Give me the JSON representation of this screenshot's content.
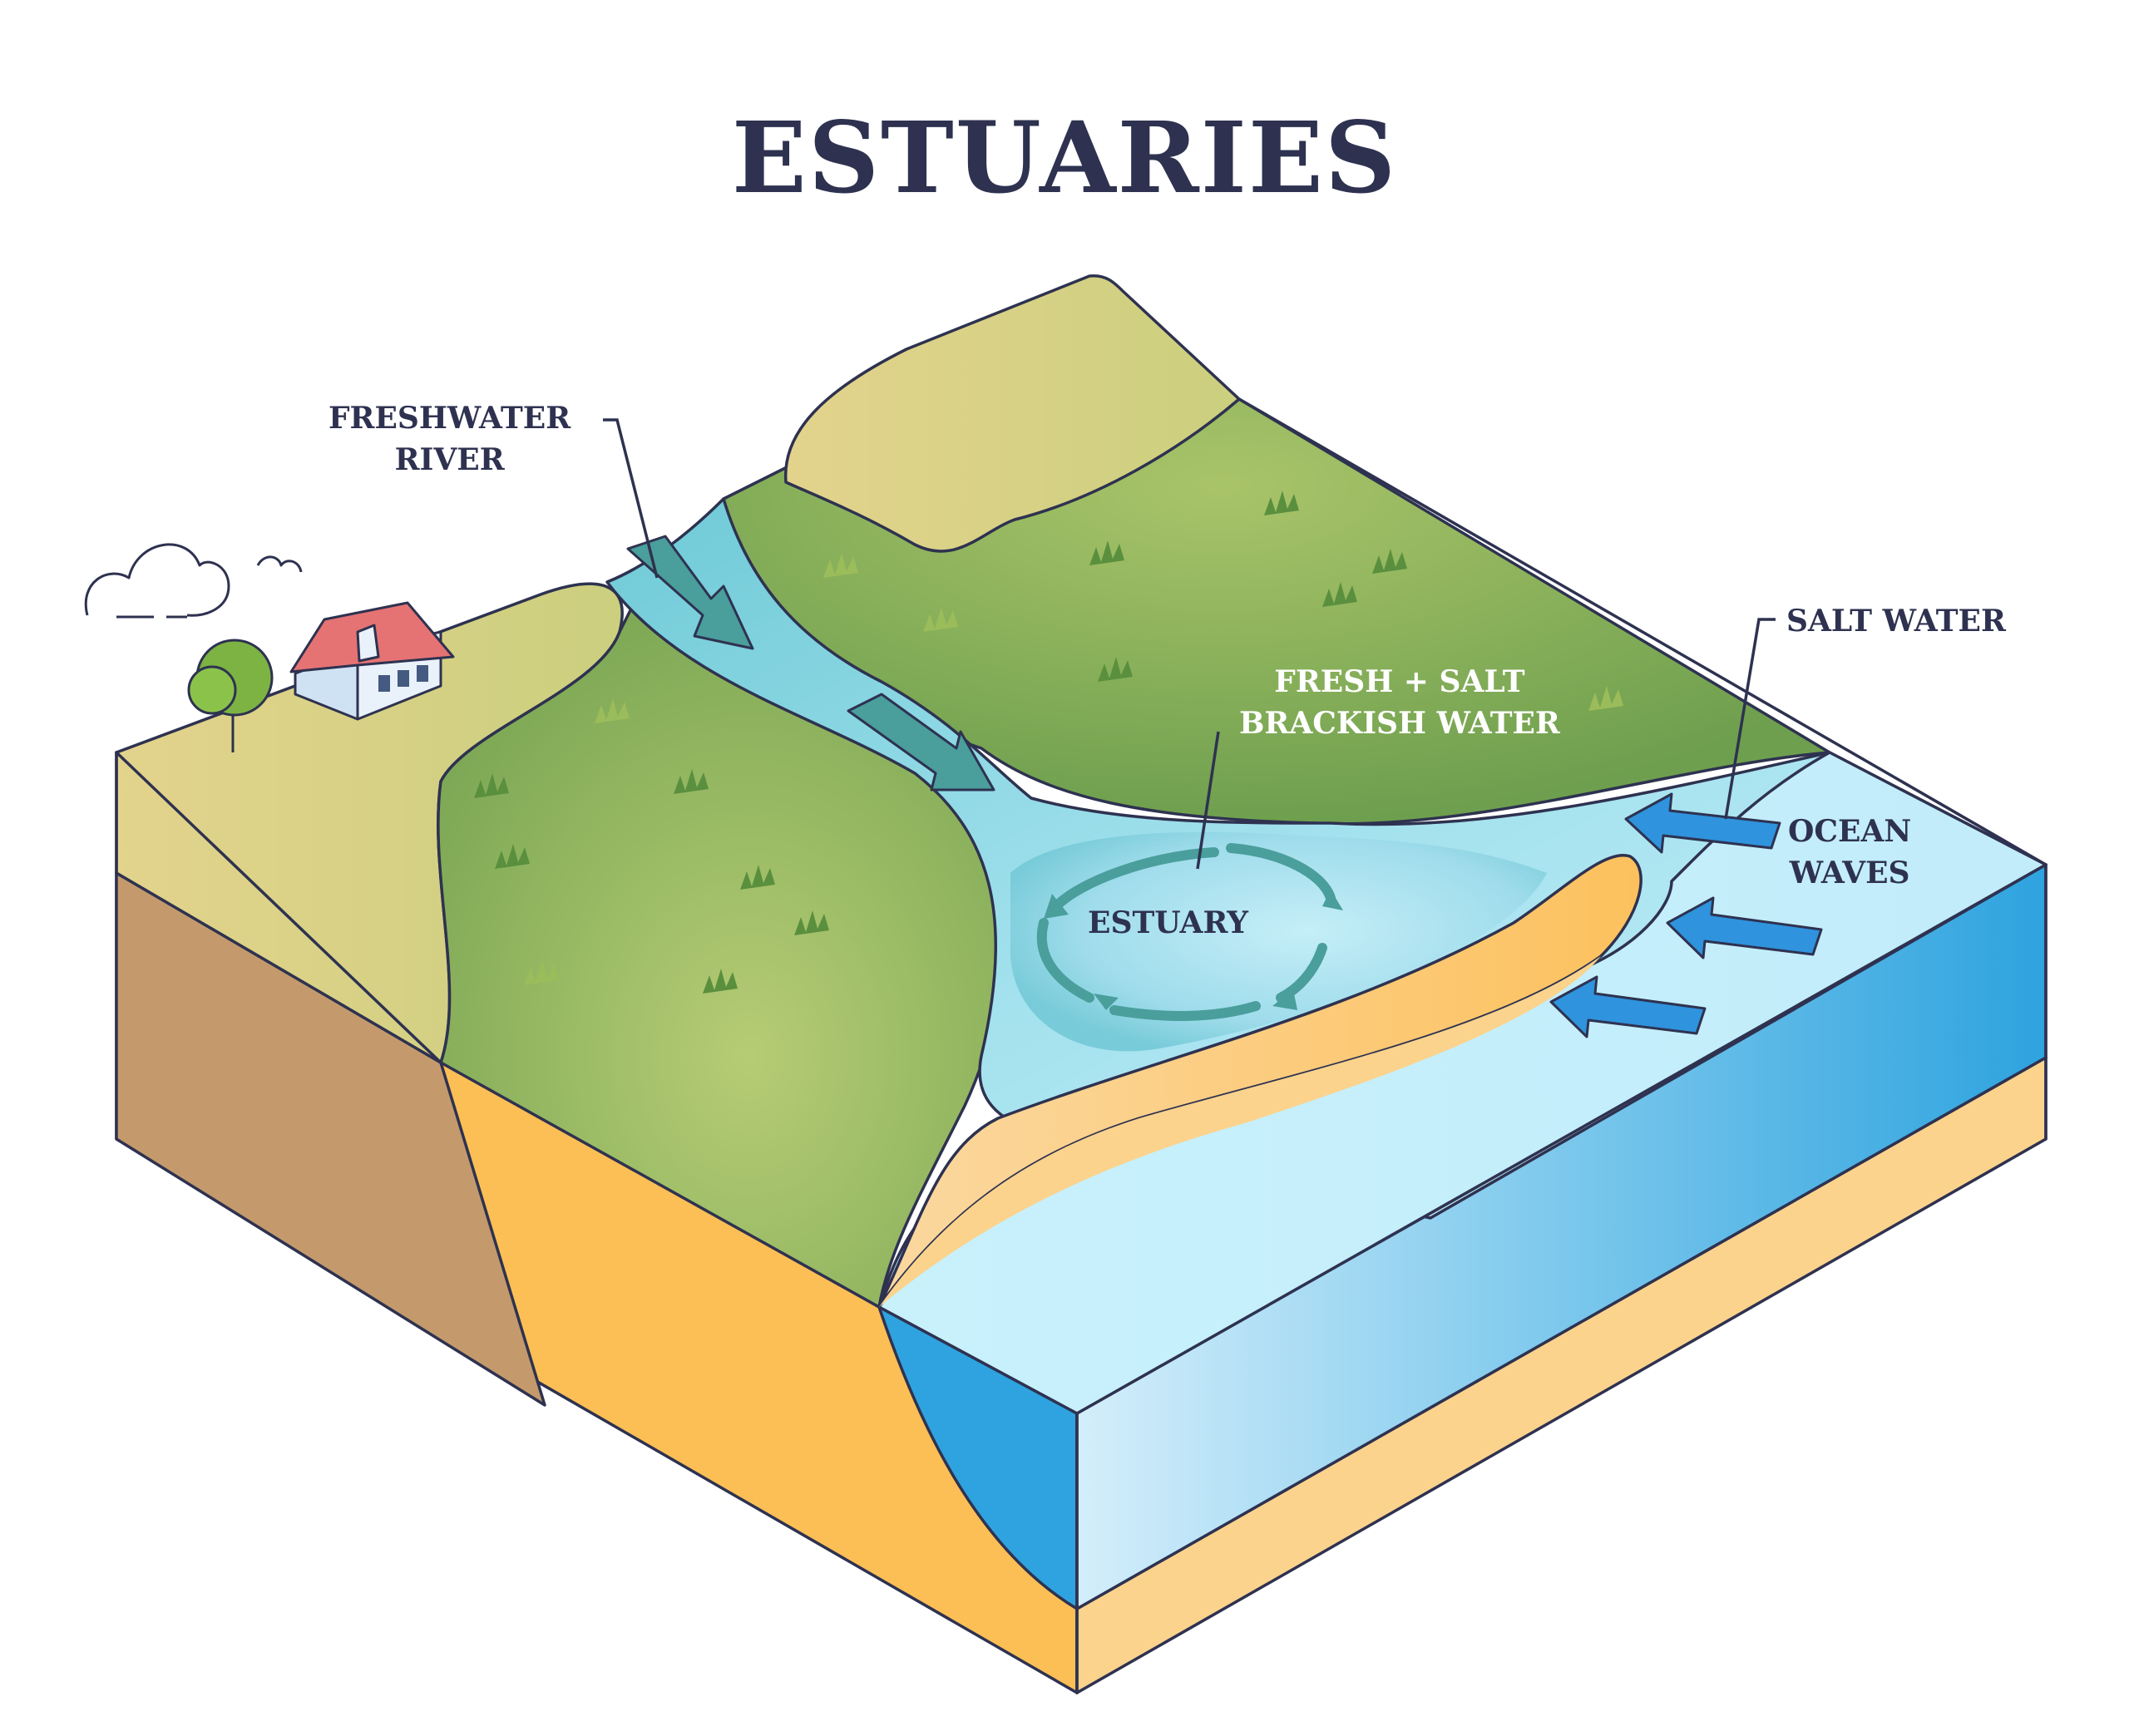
{
  "title": "ESTUARIES",
  "labels": {
    "freshwater_river": [
      "FRESHWATER",
      "RIVER"
    ],
    "salt_water": "SALT WATER",
    "brackish": [
      "FRESH + SALT",
      "BRACKISH WATER"
    ],
    "ocean_waves": [
      "OCEAN",
      "WAVES"
    ],
    "estuary": "ESTUARY"
  },
  "colors": {
    "outline": "#2e3250",
    "title": "#2e3250",
    "grass_light": "#b3c872",
    "grass_dark": "#6e9f4e",
    "hill": "#d8d38a",
    "sand": "#fbd38d",
    "soil_brown": "#c49a6c",
    "soil_orange": "#fbbf55",
    "water_light": "#c8f0fb",
    "water_mid": "#7fd0e0",
    "ocean_blue": "#2ea3df",
    "arrow_teal": "#4a9e9c",
    "arrow_blue": "#2f93dd"
  }
}
